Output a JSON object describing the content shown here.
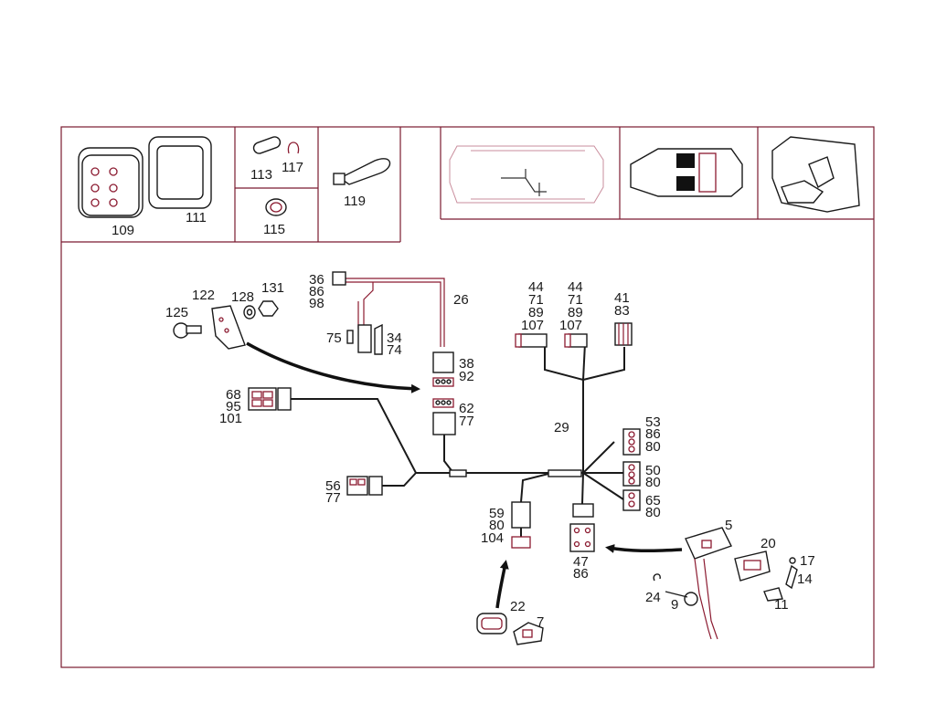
{
  "labels": {
    "p109": "109",
    "p111": "111",
    "p113": "113",
    "p117": "117",
    "p115": "115",
    "p119": "119",
    "p122": "122",
    "p128": "128",
    "p131": "131",
    "p125": "125",
    "p36": "36",
    "p86a": "86",
    "p98": "98",
    "p26": "26",
    "p75": "75",
    "p34": "34",
    "p74": "74",
    "p38": "38",
    "p92": "92",
    "p62": "62",
    "p77a": "77",
    "p68": "68",
    "p95": "95",
    "p101": "101",
    "p56": "56",
    "p77b": "77",
    "p44a": "44",
    "p71a": "71",
    "p89a": "89",
    "p107a": "107",
    "p44b": "44",
    "p71b": "71",
    "p89b": "89",
    "p107b": "107",
    "p41": "41",
    "p83": "83",
    "p29": "29",
    "p53": "53",
    "p86b": "86",
    "p80a": "80",
    "p50": "50",
    "p80b": "80",
    "p65": "65",
    "p80c": "80",
    "p59": "59",
    "p80d": "80",
    "p104": "104",
    "p47": "47",
    "p86c": "86",
    "p5": "5",
    "p20": "20",
    "p17": "17",
    "p14": "14",
    "p24": "24",
    "p9": "9",
    "p11": "11",
    "p22": "22",
    "p7": "7"
  },
  "colors": {
    "frame": "#7a1a30",
    "line": "#1a1a1a",
    "accent": "#8b1a30"
  }
}
